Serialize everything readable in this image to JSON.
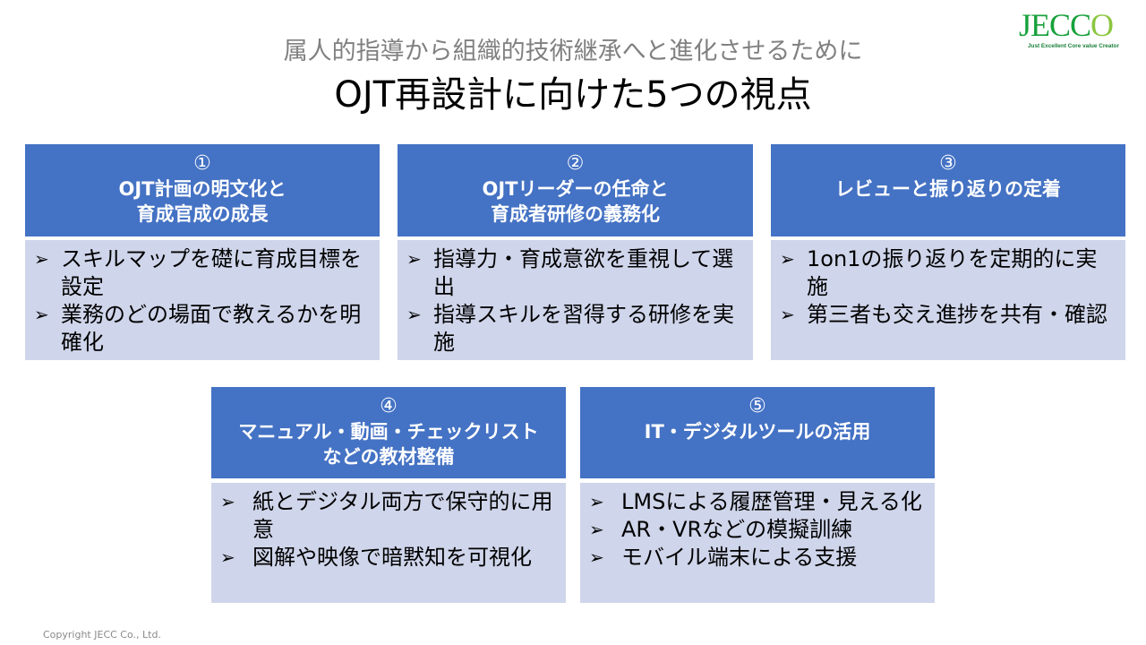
{
  "logo": {
    "word_main": "JECC",
    "word_accent": "O",
    "tagline": "Just Excellent Core value Creator",
    "colors": {
      "main": "#17a13b",
      "accent": "#8cc63f"
    }
  },
  "header": {
    "subtitle": "属人的指導から組織的技術継承へと進化させるために",
    "title": "OJT再設計に向けた5つの視点"
  },
  "colors": {
    "card_header": "#4472C4",
    "card_body": "#CFD5EA"
  },
  "bullet_icon": "arrowhead-bullet-icon",
  "bullet_glyph": "➢",
  "cards": [
    {
      "number": "①",
      "title_lines": [
        "OJT計画の明文化と",
        "育成官成の成長"
      ],
      "bullets": [
        "スキルマップを礎に育成目標を設定",
        "業務のどの場面で教えるかを明確化"
      ]
    },
    {
      "number": "②",
      "title_lines": [
        "OJTリーダーの任命と",
        "育成者研修の義務化"
      ],
      "bullets": [
        "指導力・育成意欲を重視して選出",
        "指導スキルを習得する研修を実施"
      ]
    },
    {
      "number": "③",
      "title_lines": [
        "レビューと振り返りの定着",
        ""
      ],
      "bullets": [
        "1on1の振り返りを定期的に実施",
        "第三者も交え進捗を共有・確認"
      ]
    },
    {
      "number": "④",
      "title_lines": [
        "マニュアル・動画・チェックリスト",
        "などの教材整備"
      ],
      "bullets": [
        "紙とデジタル両方で保守的に用意",
        "図解や映像で暗黙知を可視化"
      ]
    },
    {
      "number": "⑤",
      "title_lines": [
        "IT・デジタルツールの活用",
        ""
      ],
      "bullets": [
        "LMSによる履歴管理・見える化",
        "AR・VRなどの模擬訓練",
        "モバイル端末による支援"
      ]
    }
  ],
  "footer": {
    "copyright": "Copyright JECC Co., Ltd."
  }
}
